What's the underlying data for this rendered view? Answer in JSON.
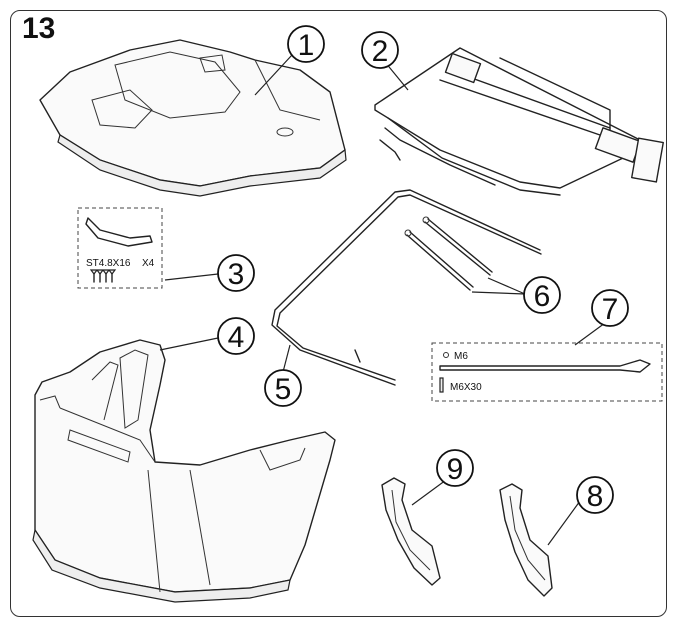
{
  "figure": {
    "number": "13"
  },
  "callouts": [
    "1",
    "2",
    "3",
    "4",
    "5",
    "6",
    "7",
    "8",
    "9"
  ],
  "part3_box": {
    "screw_spec": "ST4.8X16",
    "quantity": "X4"
  },
  "part7_box": {
    "nut_spec": "M6",
    "bolt_spec": "M6X30"
  }
}
